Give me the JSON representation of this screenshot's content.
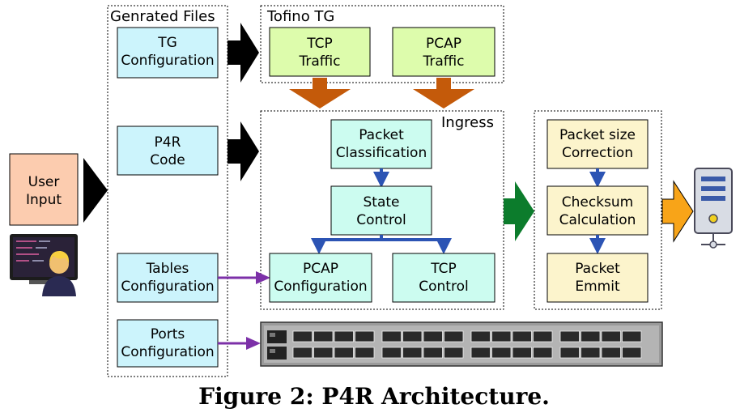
{
  "groups": {
    "generated_files": "Genrated Files",
    "tofino_tg": "Tofino TG",
    "ingress": "Ingress"
  },
  "user_input": {
    "line1": "User",
    "line2": "Input"
  },
  "generated": {
    "tg_config": {
      "line1": "TG",
      "line2": "Configuration"
    },
    "p4r_code": {
      "line1": "P4R",
      "line2": "Code"
    },
    "tables_config": {
      "line1": "Tables",
      "line2": "Configuration"
    },
    "ports_config": {
      "line1": "Ports",
      "line2": "Configuration"
    }
  },
  "tofino": {
    "tcp_traffic": {
      "line1": "TCP",
      "line2": "Traffic"
    },
    "pcap_traffic": {
      "line1": "PCAP",
      "line2": "Traffic"
    }
  },
  "ingress": {
    "packet_classification": {
      "line1": "Packet",
      "line2": "Classification"
    },
    "state_control": {
      "line1": "State",
      "line2": "Control"
    },
    "pcap_configuration": {
      "line1": "PCAP",
      "line2": "Configuration"
    },
    "tcp_control": {
      "line1": "TCP",
      "line2": "Control"
    }
  },
  "egress": {
    "packet_size": {
      "line1": "Packet size",
      "line2": "Correction"
    },
    "checksum": {
      "line1": "Checksum",
      "line2": "Calculation"
    },
    "packet_emmit": {
      "line1": "Packet",
      "line2": "Emmit"
    }
  },
  "caption": "Figure 2: P4R Architecture.",
  "colors": {
    "generated_box": "#ccf4fc",
    "user_box": "#fcccaf",
    "tofino_box": "#ddfcac",
    "ingress_box": "#ccfcf0",
    "egress_box": "#fcf4cc",
    "orange_arrow": "#c45a0a",
    "blue_arrow": "#2c54b4",
    "green_arrow": "#0c7c2c",
    "purple_arrow": "#7c30a8",
    "amber_arrow": "#f8a418"
  },
  "icons": [
    "user-at-computer-icon",
    "server-icon",
    "switch-icon"
  ]
}
